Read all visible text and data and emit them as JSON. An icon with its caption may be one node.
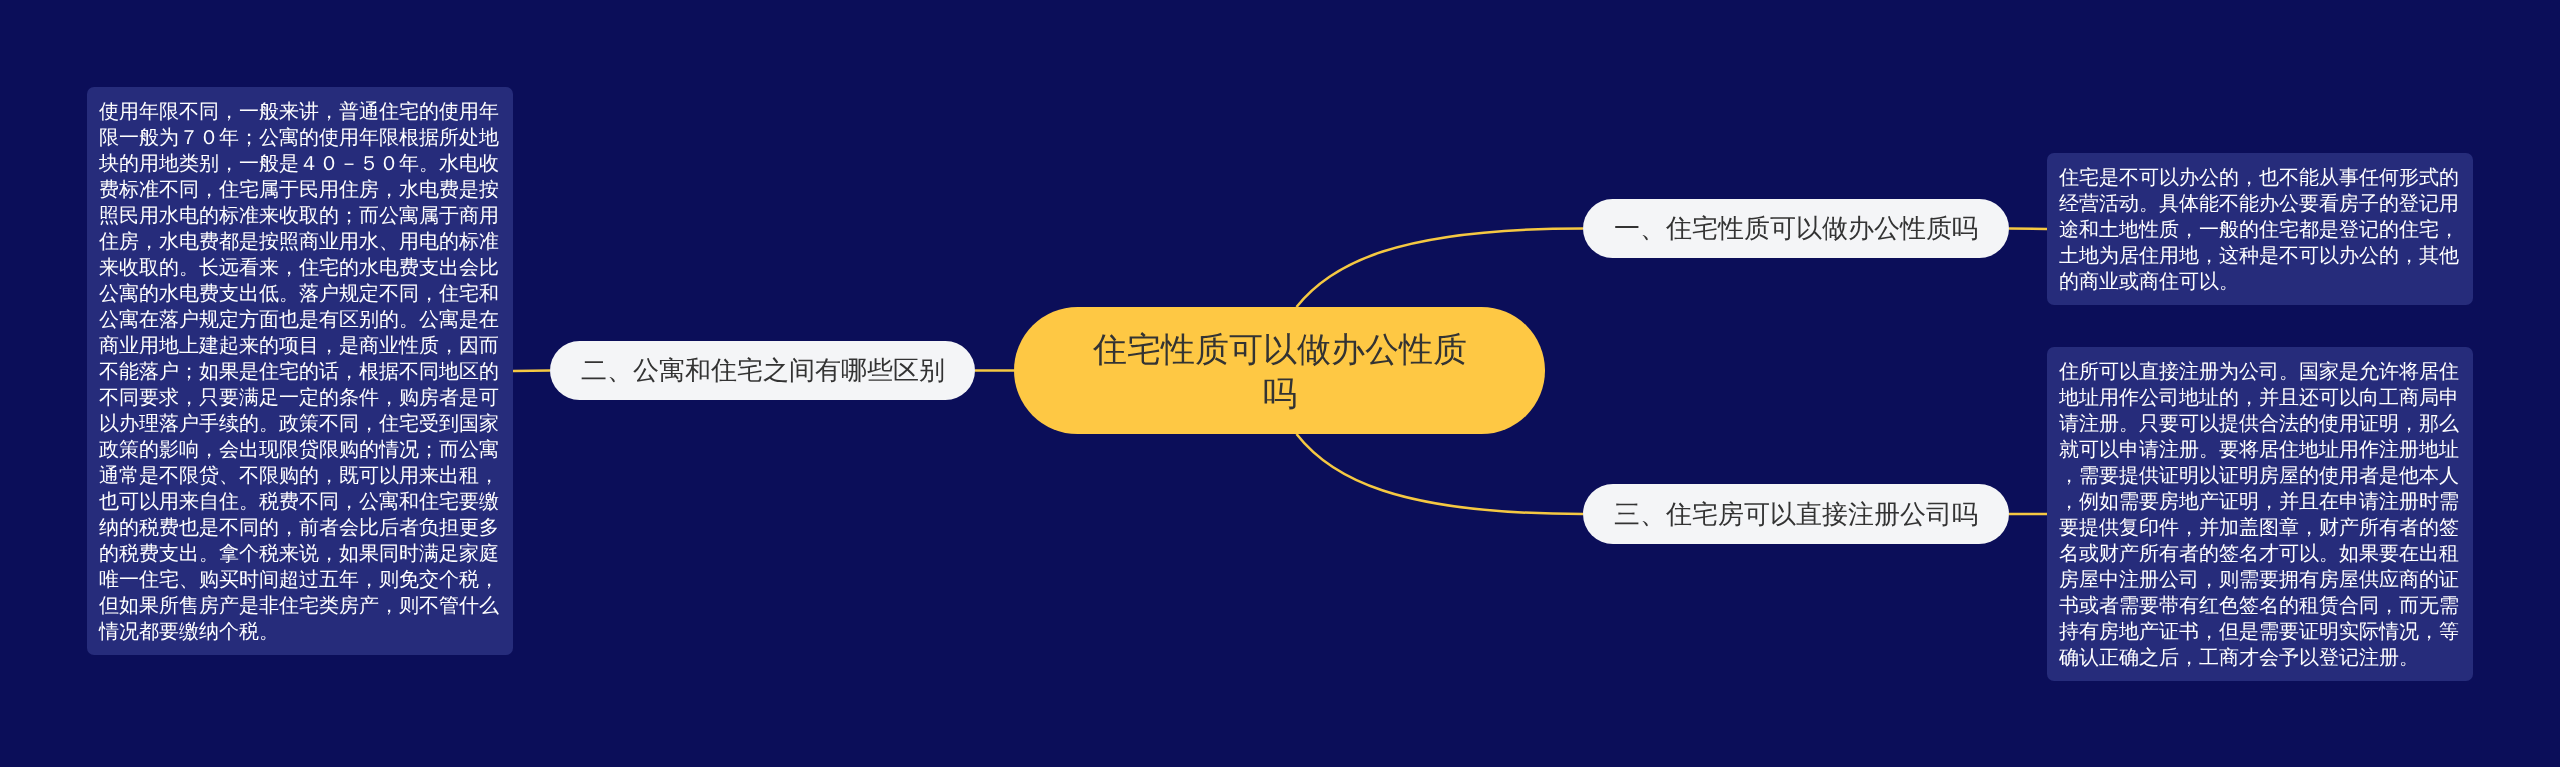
{
  "diagram": {
    "nodes": [
      {
        "text": [
          "住宅性质可以做办公性质吗"
        ]
      },
      {
        "text": [
          "一、住宅性质可以做办公性质吗"
        ]
      },
      {
        "text": [
          "住宅是不可以办公的，也不能从事任何形式的经营活动。具体能不能办公要看房子的登记用途和土地性质，一般的住宅都是登记的住宅，土地为居住用地，这种是不可以办公的，其他的商业或商住可以。"
        ]
      },
      {
        "text": [
          "二、公寓和住宅之间有哪些区别"
        ]
      },
      {
        "text": [
          "使用年限不同，一般来讲，普通住宅的使用年限一般为７０年；公寓的使用年限根据所处地块的用地类别，一般是４０－５０年。水电收费标准不同，住宅属于民用住房，水电费是按照民用水电的标准来收取的；而公寓属于商用住房，水电费都是按照商业用水、用电的标准来收取的。长远看来，住宅的水电费支出会比公寓的水电费支出低。落户规定不同，住宅和公寓在落户规定方面也是有区别的。公寓是在商业用地上建起来的项目，是商业性质，因而不能落户；如果是住宅的话，根据不同地区的不同要求，只要满足一定的条件，购房者是可以办理落户手续的。政策不同，住宅受到国家政策的影响，会出现限贷限购的情况；而公寓通常是不限贷、不限购的，既可以用来出租，也可以用来自住。税费不同，公寓和住宅要缴纳的税费也是不同的，前者会比后者负担更多的税费支出。拿个税来说，如果同时满足家庭唯一住宅、购买时间超过五年，则免交个税，但如果所售房产是非住宅类房产，则不管什么情况都要缴纳个税。"
        ]
      },
      {
        "text": [
          "三、住宅房可以直接注册公司吗"
        ]
      },
      {
        "text": [
          "住所可以直接注册为公司。国家是允许将居住地址用作公司地址的，并且还可以向工商局申请注册。只要可以提供合法的使用证明，那么就可以申请注册。要将居住地址用作注册地址，需要提供证明以证明房屋的使用者是他本人，例如需要房地产证明，并且在申请注册时需要提供复印件，并加盖图章，财产所有者的签名或财产所有者的签名才可以。如果要在出租房屋中注册公司，则需要拥有房屋供应商的证书或者需要带有红色签名的租赁合同，而无需持有房地产证书，但是需要证明实际情况，等确认正确之后，工商才会予以登记注册。"
        ]
      }
    ],
    "edges": [
      {
        "from": 0,
        "to": 1,
        "arrow": "none"
      },
      {
        "from": 1,
        "to": 2,
        "arrow": "none"
      },
      {
        "from": 0,
        "to": 3,
        "arrow": "none"
      },
      {
        "from": 3,
        "to": 4,
        "arrow": "none"
      },
      {
        "from": 0,
        "to": 5,
        "arrow": "none"
      },
      {
        "from": 5,
        "to": 6,
        "arrow": "none"
      }
    ]
  }
}
